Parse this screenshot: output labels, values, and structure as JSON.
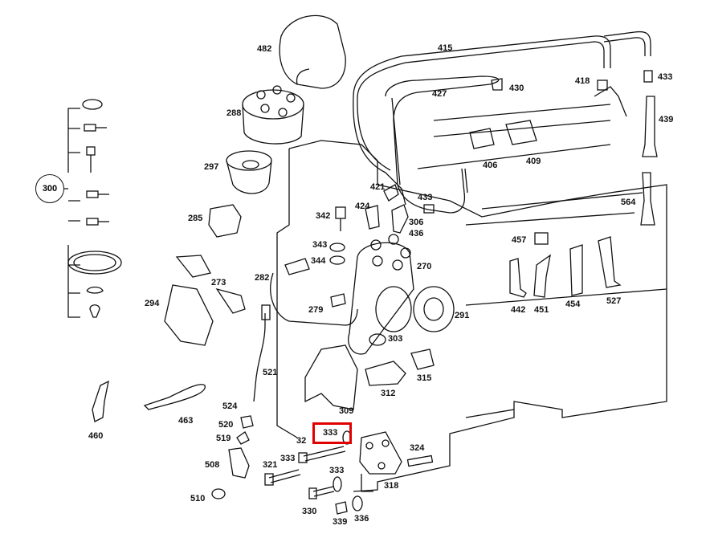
{
  "diagram": {
    "highlight_label": "333",
    "badge_label": "300",
    "labels": [
      "482",
      "288",
      "297",
      "285",
      "415",
      "427",
      "430",
      "418",
      "433",
      "439",
      "406",
      "409",
      "564",
      "421",
      "424",
      "433",
      "306",
      "436",
      "342",
      "343",
      "344",
      "270",
      "282",
      "273",
      "294",
      "279",
      "291",
      "303",
      "315",
      "312",
      "521",
      "524",
      "520",
      "519",
      "508",
      "510",
      "460",
      "463",
      "457",
      "442",
      "451",
      "454",
      "527",
      "309",
      "32",
      "324",
      "333",
      "321",
      "333",
      "330",
      "339",
      "336",
      "318"
    ]
  }
}
